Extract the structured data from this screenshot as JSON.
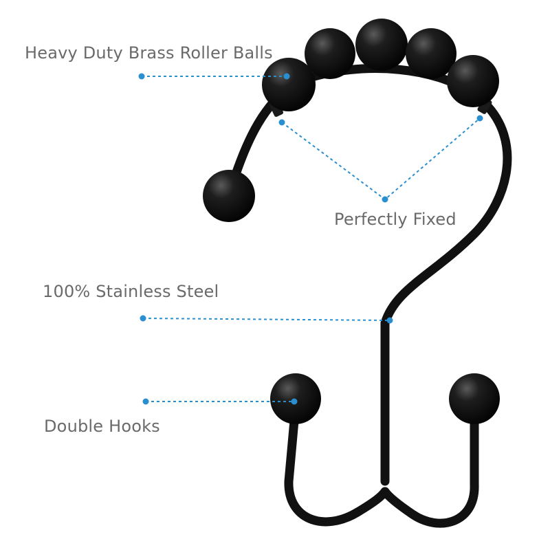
{
  "callouts": {
    "roller_balls": "Heavy Duty Brass Roller Balls",
    "fixed": "Perfectly Fixed",
    "steel": "100% Stainless Steel",
    "hooks": "Double Hooks"
  },
  "colors": {
    "label_text": "#6a6a6a",
    "leader_line": "#2a8fd0",
    "hook_metal": "#111111",
    "background": "#ffffff"
  },
  "product": {
    "icon": "shower-curtain-hook-icon"
  }
}
